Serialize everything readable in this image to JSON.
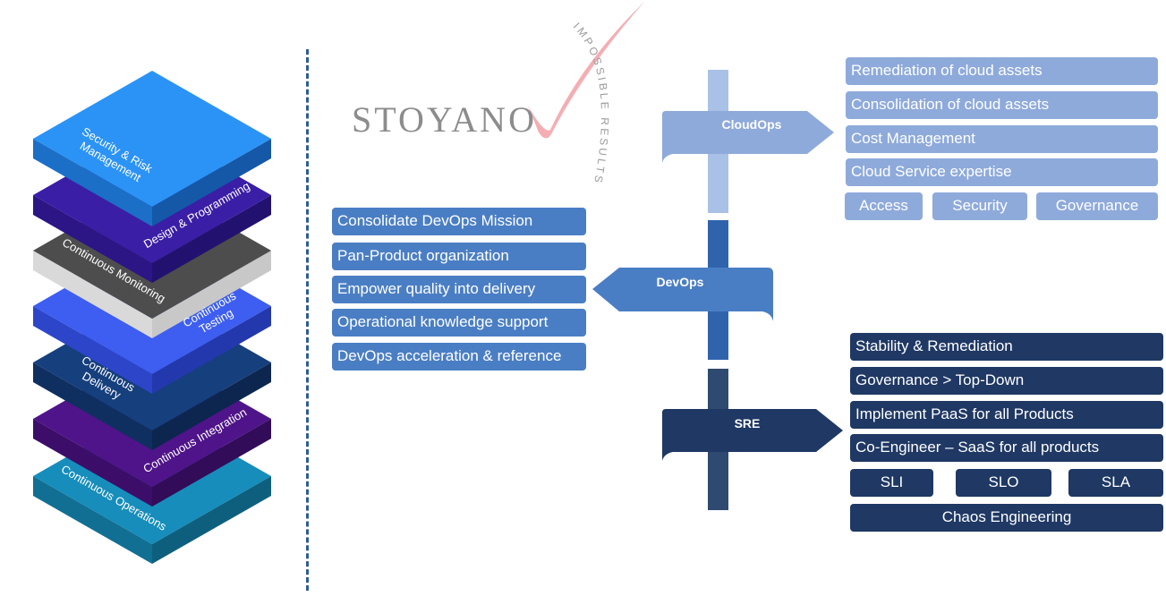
{
  "layers": [
    {
      "label": "Security & Risk Management",
      "top": "#2b93f5",
      "left": "#1b6fc7",
      "right": "#1558a8"
    },
    {
      "label": "Design & Programming",
      "top": "#3a1ea6",
      "left": "#2c1585",
      "right": "#231170"
    },
    {
      "label": "Continuous Monitoring",
      "top": "#4d4d4d",
      "left": "#d9d9d9",
      "right": "#c8c8c8"
    },
    {
      "label": "Continuous Testing",
      "top": "#3d5ef0",
      "left": "#2d45c9",
      "right": "#2438ad"
    },
    {
      "label": "Continuous Delivery",
      "top": "#163f7d",
      "left": "#0f2f60",
      "right": "#0c264f"
    },
    {
      "label": "Continuous Integration",
      "top": "#4f1489",
      "left": "#3c0e6a",
      "right": "#320b59"
    },
    {
      "label": "Continuous Operations",
      "top": "#178dbb",
      "left": "#116f93",
      "right": "#0e5f7e"
    }
  ],
  "logo": {
    "text": "STOYANO",
    "tagline": "IMPOSSIBLE RESULTS"
  },
  "cloudops": {
    "label": "CloudOps",
    "items": [
      "Remediation of cloud assets",
      "Consolidation of cloud assets",
      "Cost Management",
      "Cloud Service expertise"
    ],
    "tags": [
      "Access",
      "Security",
      "Governance"
    ]
  },
  "devops": {
    "label": "DevOps",
    "items": [
      "Consolidate DevOps Mission",
      "Pan-Product organization",
      "Empower quality into delivery",
      "Operational knowledge support",
      "DevOps acceleration & reference"
    ]
  },
  "sre": {
    "label": "SRE",
    "items": [
      "Stability & Remediation",
      "Governance > Top-Down",
      "Implement PaaS for all Products",
      "Co-Engineer – SaaS for all products"
    ],
    "tags": [
      "SLI",
      "SLO",
      "SLA"
    ],
    "footer": "Chaos Engineering"
  },
  "colors": {
    "cloud": "#8eaadb",
    "devops": "#4a7ec4",
    "sre": "#1f3864",
    "divider": "#2e5d8f",
    "check": "#f2a0a6"
  }
}
